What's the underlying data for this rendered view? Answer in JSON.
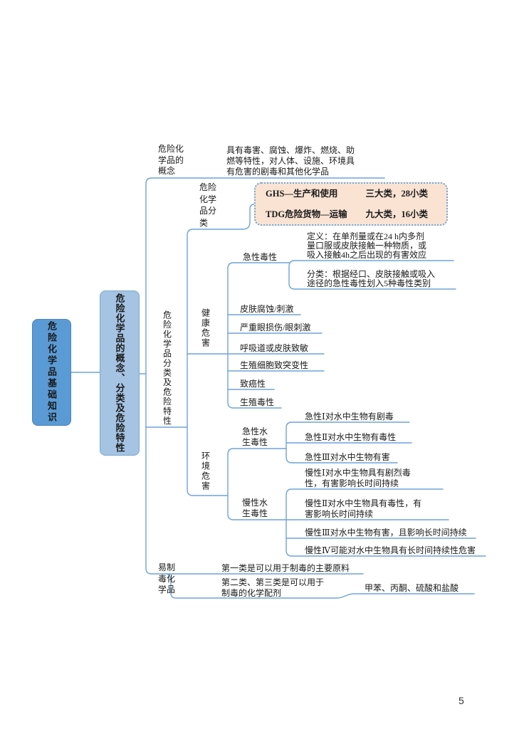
{
  "page": {
    "number": "5"
  },
  "colors": {
    "root_fill": "#5B9BD5",
    "level2_fill": "#A5C3E2",
    "box_border": "#7FA8D0",
    "connector": "#6FA3D8",
    "dashed_box_fill": "#FAE3D3",
    "dashed_box_border": "#6FA8DC"
  },
  "root": {
    "label": "危险化学品基础知识"
  },
  "level2": {
    "label": "危险化学品的概念、分类及危险特性"
  },
  "concept": {
    "label": "危险化\n学品的\n概念",
    "desc": "具有毒害、腐蚀、爆炸、燃烧、助\n燃等特性，对人体、设施、环境具\n有危害的剧毒和其他化学品"
  },
  "classification": {
    "label": "危险\n化学\n品分\n类",
    "ghs": {
      "left": "GHS—生产和使用",
      "right": "三大类，28小类"
    },
    "tdg": {
      "left": "TDG危险货物—运输",
      "right": "九大类，16小类"
    }
  },
  "class_traits": {
    "label": "危险化学品分类及危险特性",
    "health": {
      "label": "健康危害",
      "acute_toxicity": {
        "label": "急性毒性",
        "definition": "定义：在单剂量或在24 h内多剂\n量口服或皮肤接触一种物质，或\n吸入接触4h之后出现的有害效应",
        "classification": "分类：根据经口、皮肤接触或吸入\n途径的急性毒性划入5种毒性类别"
      },
      "items": [
        "皮肤腐蚀/刺激",
        "严重眼损伤/眼刺激",
        "呼吸道或皮肤致敏",
        "生殖细胞致突变性",
        "致癌性",
        "生殖毒性"
      ]
    },
    "environment": {
      "label": "环境危害",
      "acute_aquatic": {
        "label": "急性水\n生毒性",
        "items": [
          "急性Ⅰ对水中生物有剧毒",
          "急性Ⅱ对水中生物有毒性",
          "急性Ⅲ对水中生物有害"
        ]
      },
      "chronic_aquatic": {
        "label": "慢性水\n生毒性",
        "items": [
          "慢性Ⅰ对水中生物具有剧烈毒\n性，有害影响长时间持续",
          "慢性Ⅱ对水中生物具有毒性，有\n害影响长时间持续",
          "慢性Ⅲ对水中生物有害，且影响长时间持续",
          "慢性Ⅳ可能对水中生物具有长时间持续性危害"
        ]
      }
    }
  },
  "precursor": {
    "label": "易制\n毒化\n学品",
    "class1": "第一类是可以用于制毒的主要原料",
    "class23": "第二类、第三类是可以用于\n制毒的化学配剂",
    "examples": "甲苯、丙酮、硫酸和盐酸"
  }
}
